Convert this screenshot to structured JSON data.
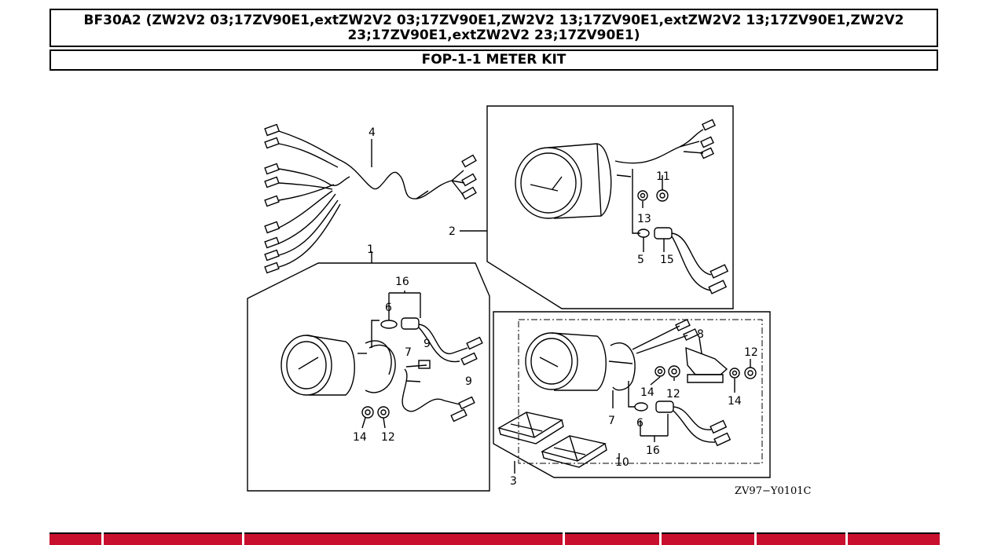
{
  "header": {
    "model": "BF30A2 (ZW2V2 03;17ZV90E1,extZW2V2 03;17ZV90E1,ZW2V2 13;17ZV90E1,extZW2V2 13;17ZV90E1,ZW2V2 23;17ZV90E1,extZW2V2 23;17ZV90E1)",
    "section": "FOP-1-1 METER KIT"
  },
  "diagram": {
    "code": "ZV97−Y0101C",
    "callouts": {
      "c1": "1",
      "c2": "2",
      "c3": "3",
      "c4": "4",
      "c5": "5",
      "c6a": "6",
      "c6b": "6",
      "c7a": "7",
      "c7b": "7",
      "c8": "8",
      "c9a": "9",
      "c9b": "9",
      "c10": "10",
      "c11": "11",
      "c12a": "12",
      "c12b": "12",
      "c12c": "12",
      "c13": "13",
      "c14a": "14",
      "c14b": "14",
      "c14c": "14",
      "c15": "15",
      "c16a": "16",
      "c16b": "16"
    }
  },
  "colors": {
    "table_header": "#c8102e",
    "line": "#000000"
  },
  "table_columns": 7
}
